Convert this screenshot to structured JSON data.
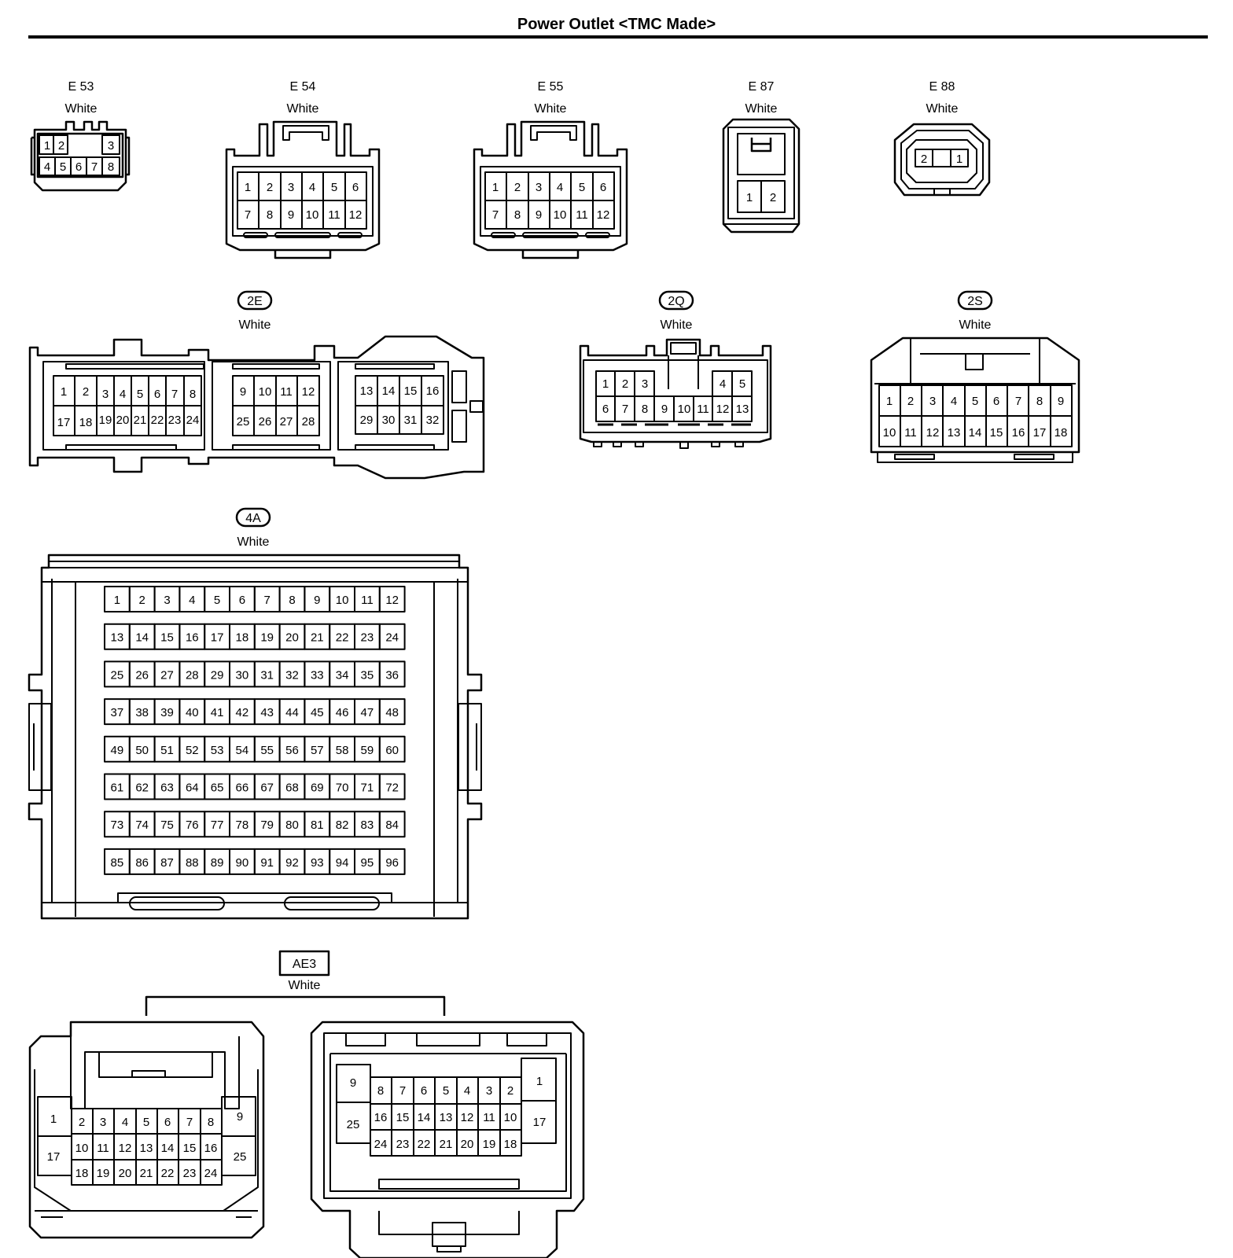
{
  "title": "Power Outlet <TMC Made>",
  "connectors": {
    "e53": {
      "code": "E 53",
      "color": "White",
      "pins": [
        "1",
        "2",
        "3",
        "4",
        "5",
        "6",
        "7",
        "8"
      ]
    },
    "e54": {
      "code": "E 54",
      "color": "White",
      "pins": [
        "1",
        "2",
        "3",
        "4",
        "5",
        "6",
        "7",
        "8",
        "9",
        "10",
        "11",
        "12"
      ]
    },
    "e55": {
      "code": "E 55",
      "color": "White",
      "pins": [
        "1",
        "2",
        "3",
        "4",
        "5",
        "6",
        "7",
        "8",
        "9",
        "10",
        "11",
        "12"
      ]
    },
    "e87": {
      "code": "E 87",
      "color": "White",
      "pins": [
        "1",
        "2"
      ]
    },
    "e88": {
      "code": "E 88",
      "color": "White",
      "pins": [
        "2",
        "1"
      ]
    },
    "c2e": {
      "code": "2E",
      "color": "White",
      "pins": [
        "1",
        "2",
        "3",
        "4",
        "5",
        "6",
        "7",
        "8",
        "17",
        "18",
        "19",
        "20",
        "21",
        "22",
        "23",
        "24",
        "9",
        "10",
        "11",
        "12",
        "25",
        "26",
        "27",
        "28",
        "13",
        "14",
        "15",
        "16",
        "29",
        "30",
        "31",
        "32"
      ]
    },
    "c2q": {
      "code": "2Q",
      "color": "White",
      "pins": [
        "1",
        "2",
        "3",
        "4",
        "5",
        "6",
        "7",
        "8",
        "9",
        "10",
        "11",
        "12",
        "13"
      ]
    },
    "c2s": {
      "code": "2S",
      "color": "White",
      "pins": [
        "1",
        "2",
        "3",
        "4",
        "5",
        "6",
        "7",
        "8",
        "9",
        "10",
        "11",
        "12",
        "13",
        "14",
        "15",
        "16",
        "17",
        "18"
      ]
    },
    "c4a": {
      "code": "4A",
      "color": "White",
      "pin_count": 96
    },
    "ae3": {
      "code": "AE3",
      "color": "White",
      "left_pins": [
        "1",
        "17",
        "2",
        "3",
        "4",
        "5",
        "6",
        "7",
        "8",
        "10",
        "11",
        "12",
        "13",
        "14",
        "15",
        "16",
        "18",
        "19",
        "20",
        "21",
        "22",
        "23",
        "24",
        "9",
        "25"
      ],
      "right_pins": [
        "9",
        "25",
        "8",
        "7",
        "6",
        "5",
        "4",
        "3",
        "2",
        "16",
        "15",
        "14",
        "13",
        "12",
        "11",
        "10",
        "24",
        "23",
        "22",
        "21",
        "20",
        "19",
        "18",
        "1",
        "17"
      ]
    }
  }
}
